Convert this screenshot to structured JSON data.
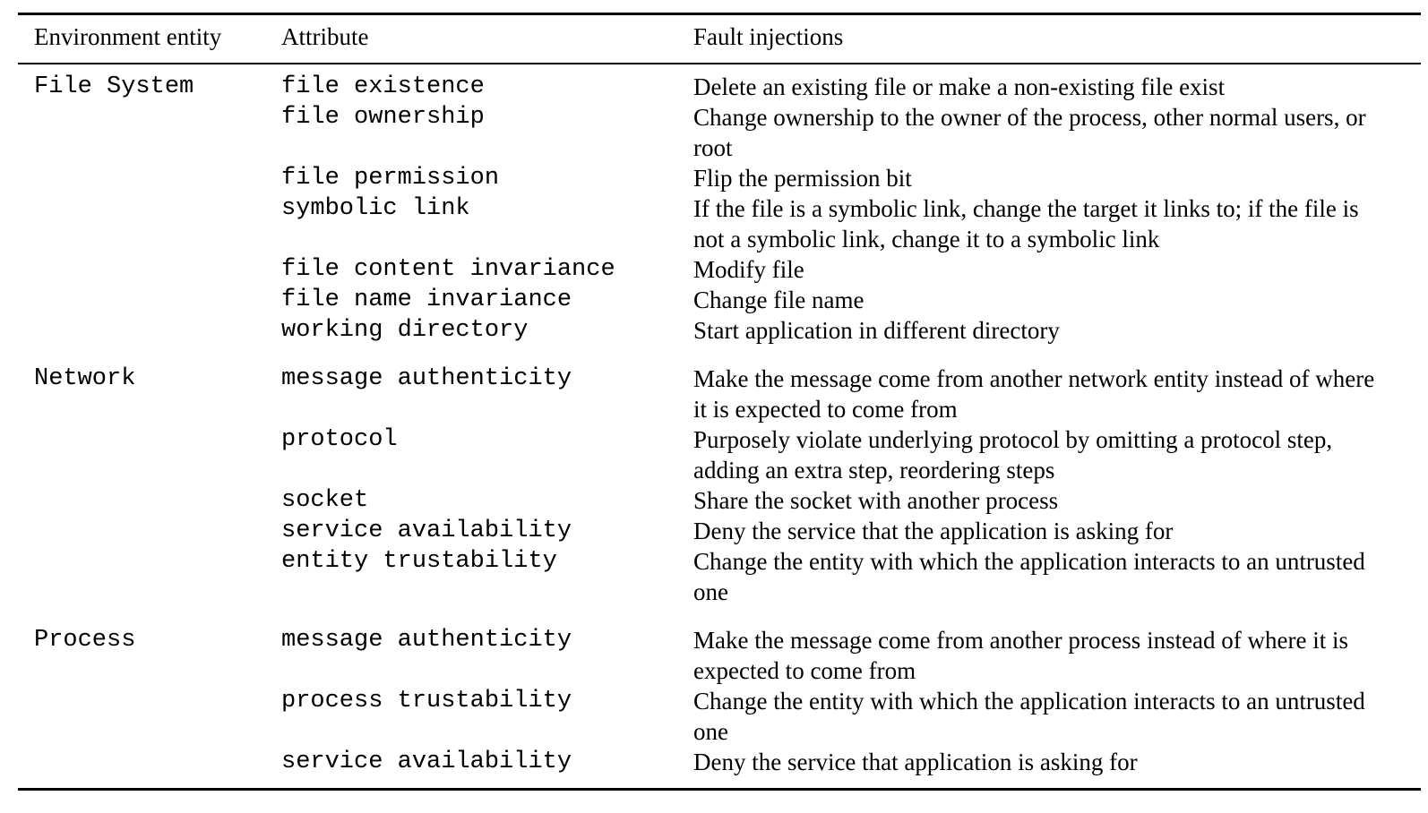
{
  "table": {
    "headers": {
      "entity": "Environment entity",
      "attribute": "Attribute",
      "fault": "Fault injections"
    },
    "groups": [
      {
        "entity": "File System",
        "rows": [
          {
            "attribute": "file existence",
            "fault": "Delete an existing file or make a non-existing file exist"
          },
          {
            "attribute": "file ownership",
            "fault": "Change ownership to the owner of the process, other normal users, or root"
          },
          {
            "attribute": "file permission",
            "fault": "Flip the permission bit"
          },
          {
            "attribute": "symbolic link",
            "fault": "If the file is a symbolic link, change the target it links to; if the file is not a symbolic link, change it to a symbolic link"
          },
          {
            "attribute": "file content invariance",
            "fault": "Modify file"
          },
          {
            "attribute": "file name invariance",
            "fault": "Change file name"
          },
          {
            "attribute": "working directory",
            "fault": "Start application in different directory"
          }
        ]
      },
      {
        "entity": "Network",
        "rows": [
          {
            "attribute": "message authenticity",
            "fault": "Make the message come from another network entity instead of where it is expected to come from"
          },
          {
            "attribute": "protocol",
            "fault": "Purposely violate underlying protocol by omitting a protocol step, adding an extra step, reordering steps"
          },
          {
            "attribute": "socket",
            "fault": "Share the socket with another process"
          },
          {
            "attribute": "service availability",
            "fault": "Deny the service that the application is asking for"
          },
          {
            "attribute": "entity trustability",
            "fault": "Change the entity with which the application interacts to an untrusted one"
          }
        ]
      },
      {
        "entity": "Process",
        "rows": [
          {
            "attribute": "message authenticity",
            "fault": "Make the message come from another process instead of where it is expected to come from"
          },
          {
            "attribute": "process trustability",
            "fault": "Change the entity with which the application interacts to an untrusted one"
          },
          {
            "attribute": "service availability",
            "fault": "Deny the service that application is asking for"
          }
        ]
      }
    ]
  }
}
